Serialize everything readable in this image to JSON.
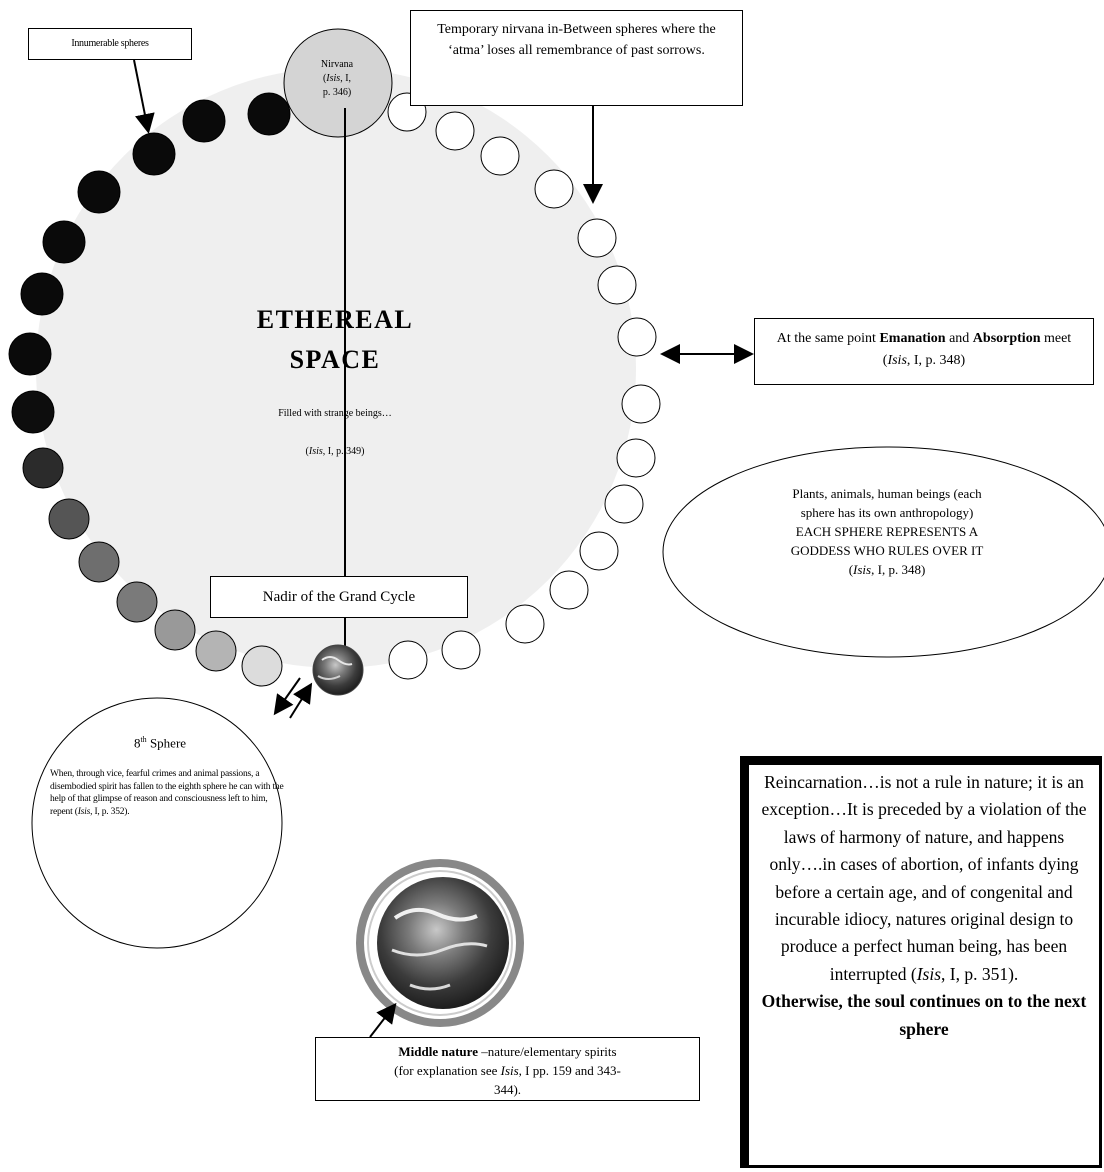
{
  "labels": {
    "innumerable_spheres": "Innumerable spheres",
    "temporary_nirvana": "Temporary nirvana in-Between spheres where the ‘atma’ loses all remembrance of past sorrows.",
    "emanation": {
      "pre": "At the same point ",
      "bold1": "Emanation",
      "mid": " and ",
      "bold2": "Absorption",
      "post": " meet (",
      "cite_italic": "Isis",
      "cite_rest": ", I, p. 348)"
    },
    "nadir": "Nadir of the Grand Cycle",
    "nirvana": {
      "title": "Nirvana",
      "cite_open": "(",
      "cite_italic": "Isis",
      "cite_rest": ", I,",
      "cite_page": "p. 346)"
    },
    "ethereal": {
      "line1": "ETHEREAL",
      "line2": "SPACE",
      "subtitle": "Filled with strange beings…",
      "cite_open": "(",
      "cite_italic": "Isis",
      "cite_rest": ", I, p. 349)"
    },
    "plants": {
      "line1": "Plants, animals, human beings (each",
      "line2": "sphere has its own anthropology)",
      "line3": "EACH SPHERE REPRESENTS A",
      "line4": "GODDESS WHO RULES OVER IT",
      "cite_open": "(",
      "cite_italic": "Isis",
      "cite_rest": ", I, p. 348)"
    },
    "eighth_sphere": {
      "num": "8",
      "sup": "th",
      "rest": " Sphere",
      "body_pre": "When, through vice, fearful crimes and animal passions, a disembodied spirit has fallen to the eighth sphere he can with the help of that glimpse of reason and consciousness left to him, repent (",
      "cite_italic": "Isis",
      "cite_rest": ", I, p. 352)."
    },
    "middle_nature": {
      "bold": "Middle nature",
      "rest1": " –nature/elementary spirits",
      "line2_pre": "(for explanation see ",
      "cite_italic": "Isis",
      "line2_rest": ", I pp. 159 and 343-",
      "line3": "344)."
    },
    "reincarnation": {
      "body_pre": "Reincarnation…is not a rule in nature; it is an exception…It is preceded by a violation of the laws of harmony of nature, and happens only….in cases of abortion, of infants dying before a certain age, and of congenital and incurable idiocy, natures original design to produce a perfect human being, has been interrupted (",
      "cite_italic": "Isis",
      "cite_rest": ", I, p. 351).",
      "bold": "Otherwise, the soul continues on to the next sphere"
    }
  },
  "colors": {
    "ethereal_space": "#efefef",
    "sphere_outline": "#000000",
    "nirvana_fill": "#d4d4d4",
    "earth_ring": "#888888",
    "dark_spheres_gradient": [
      "#0a0a0a",
      "#2b2b2b",
      "#555555",
      "#7a7a7a",
      "#999999",
      "#b4b4b4",
      "#cccccc",
      "#dcdcdc"
    ]
  },
  "icons": {
    "earth_small": "earth-globe-icon",
    "earth_large": "earth-globe-icon"
  }
}
